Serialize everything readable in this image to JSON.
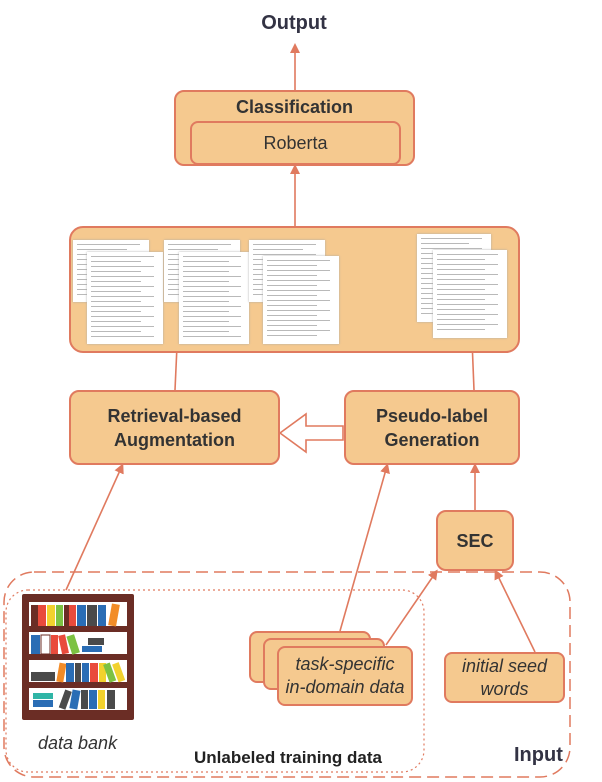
{
  "output_label": "Output",
  "classification": {
    "title": "Classification",
    "model": "Roberta"
  },
  "retrieval": {
    "line1": "Retrieval-based",
    "line2": "Augmentation"
  },
  "pseudo": {
    "line1": "Pseudo-label",
    "line2": "Generation"
  },
  "sec": {
    "label": "SEC"
  },
  "task_data": {
    "line1": "task-specific",
    "line2": "in-domain data"
  },
  "seed": {
    "line1": "initial seed",
    "line2": "words"
  },
  "data_bank": {
    "label": "data bank"
  },
  "unlabeled": {
    "label": "Unlabeled training data"
  },
  "input_label": "Input",
  "colors": {
    "box_fill": "#f5c98f",
    "box_stroke": "#e07a5f",
    "arrow": "#e07a5f"
  }
}
